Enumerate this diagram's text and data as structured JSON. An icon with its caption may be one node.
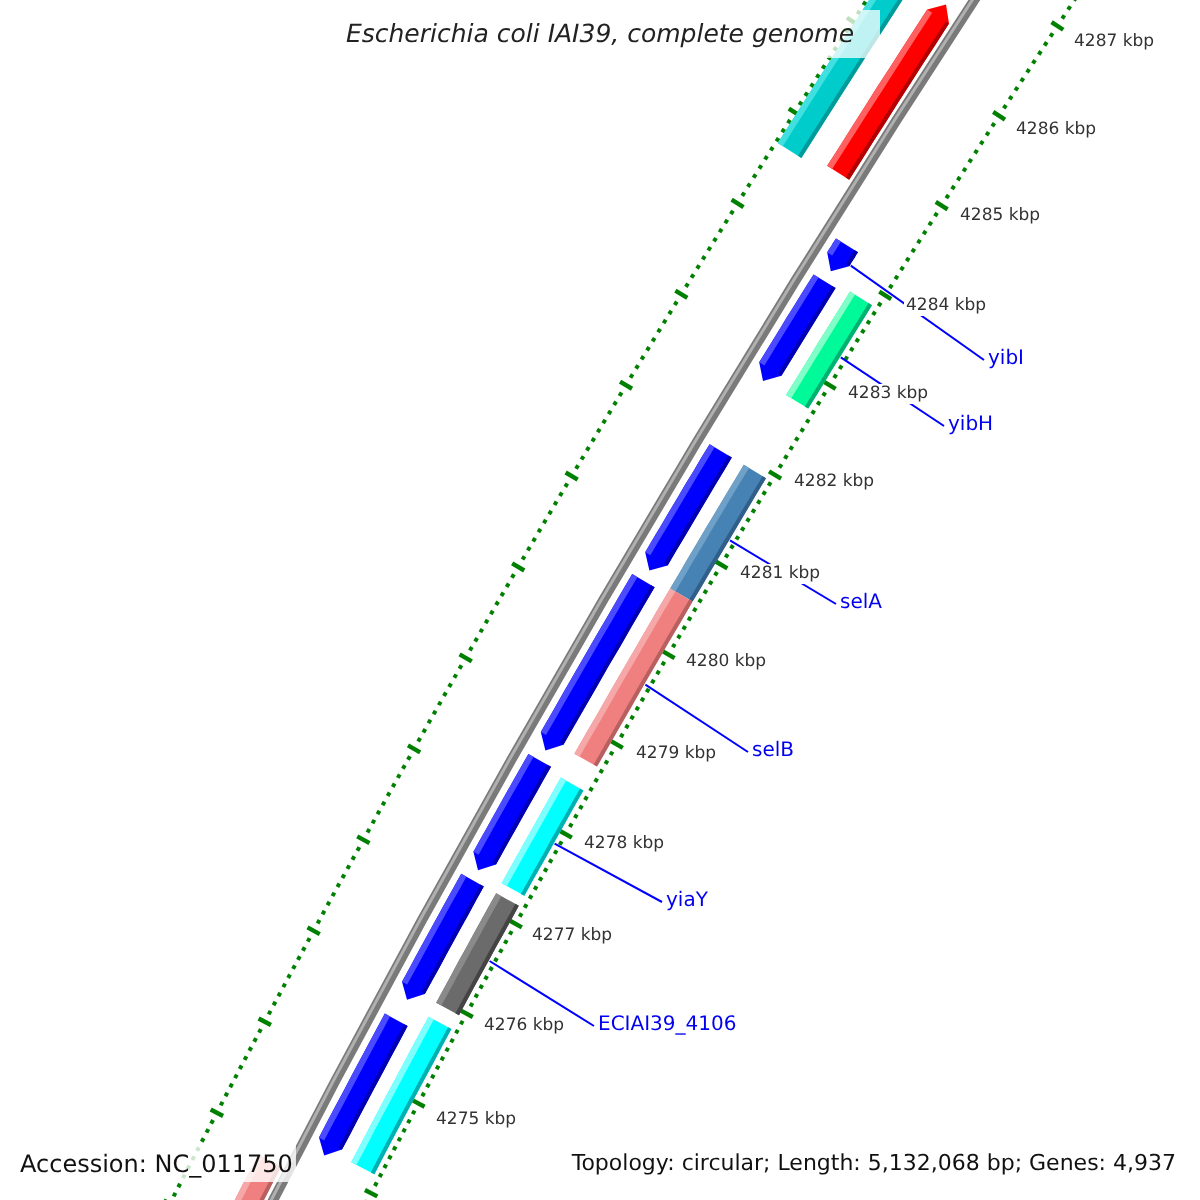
{
  "diagram": {
    "title": "Escherichia coli IAI39, complete genome",
    "nodes": [
      {
        "text": [
          "yibI"
        ]
      },
      {
        "text": [
          "yibH"
        ]
      },
      {
        "text": [
          "selA"
        ]
      },
      {
        "text": [
          "selB"
        ]
      },
      {
        "text": [
          "yiaY"
        ]
      },
      {
        "text": [
          "ECIAI39_4106"
        ]
      },
      {
        "text": [],
        "shape": "arrow"
      },
      {
        "text": [],
        "shape": "bar"
      },
      {
        "text": [],
        "shape": "bar"
      },
      {
        "text": [],
        "shape": "bar"
      },
      {
        "text": [],
        "shape": "bar"
      },
      {
        "text": [],
        "shape": "bar"
      }
    ],
    "edges": [
      {
        "from": 0,
        "to": 6,
        "arrow": "none"
      },
      {
        "from": 1,
        "to": 7,
        "arrow": "none"
      },
      {
        "from": 2,
        "to": 8,
        "arrow": "none"
      },
      {
        "from": 3,
        "to": 9,
        "arrow": "none"
      },
      {
        "from": 4,
        "to": 10,
        "arrow": "none"
      },
      {
        "from": 5,
        "to": 11,
        "arrow": "none"
      }
    ],
    "labels": [
      "4287 kbp",
      "4286 kbp",
      "4285 kbp",
      "4284 kbp",
      "4283 kbp",
      "4282 kbp",
      "4281 kbp",
      "4280 kbp",
      "4279 kbp",
      "4278 kbp",
      "4277 kbp",
      "4276 kbp",
      "4275 kbp",
      "Accession: NC_011750",
      "Topology: circular; Length: 5,132,068 bp; Genes: 4,937"
    ]
  }
}
